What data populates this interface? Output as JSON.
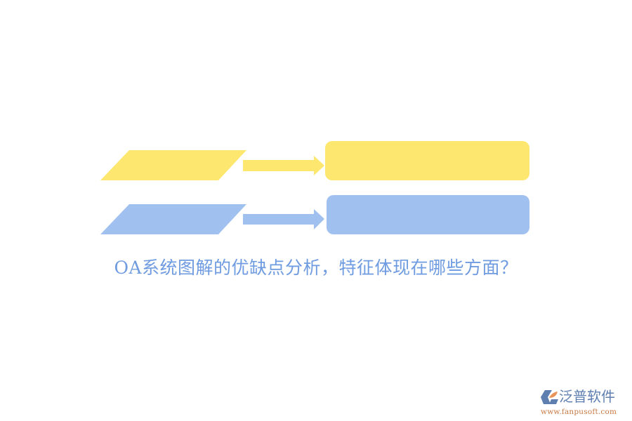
{
  "colors": {
    "background": "#ffffff",
    "yellow": "#fde76e",
    "blue": "#a0c0ef",
    "title": "#6f9be0",
    "logo_blue": "#5e7fb0",
    "logo_orange": "#e8935a",
    "logo_url": "#c87a45"
  },
  "diagram": {
    "rows": [
      {
        "name": "row-yellow",
        "color": "yellow",
        "input_shape": "parallelogram",
        "connector": "right-arrow",
        "output_shape": "rounded-rectangle",
        "input_label": "",
        "output_label": ""
      },
      {
        "name": "row-blue",
        "color": "blue",
        "input_shape": "parallelogram",
        "connector": "right-arrow",
        "output_shape": "rounded-rectangle",
        "input_label": "",
        "output_label": ""
      }
    ]
  },
  "title": "OA系统图解的优缺点分析，特征体现在哪些方面？",
  "logo": {
    "icon": "fanpu-logo-icon",
    "name": "泛普软件",
    "url": "www.fanpusoft.com"
  }
}
